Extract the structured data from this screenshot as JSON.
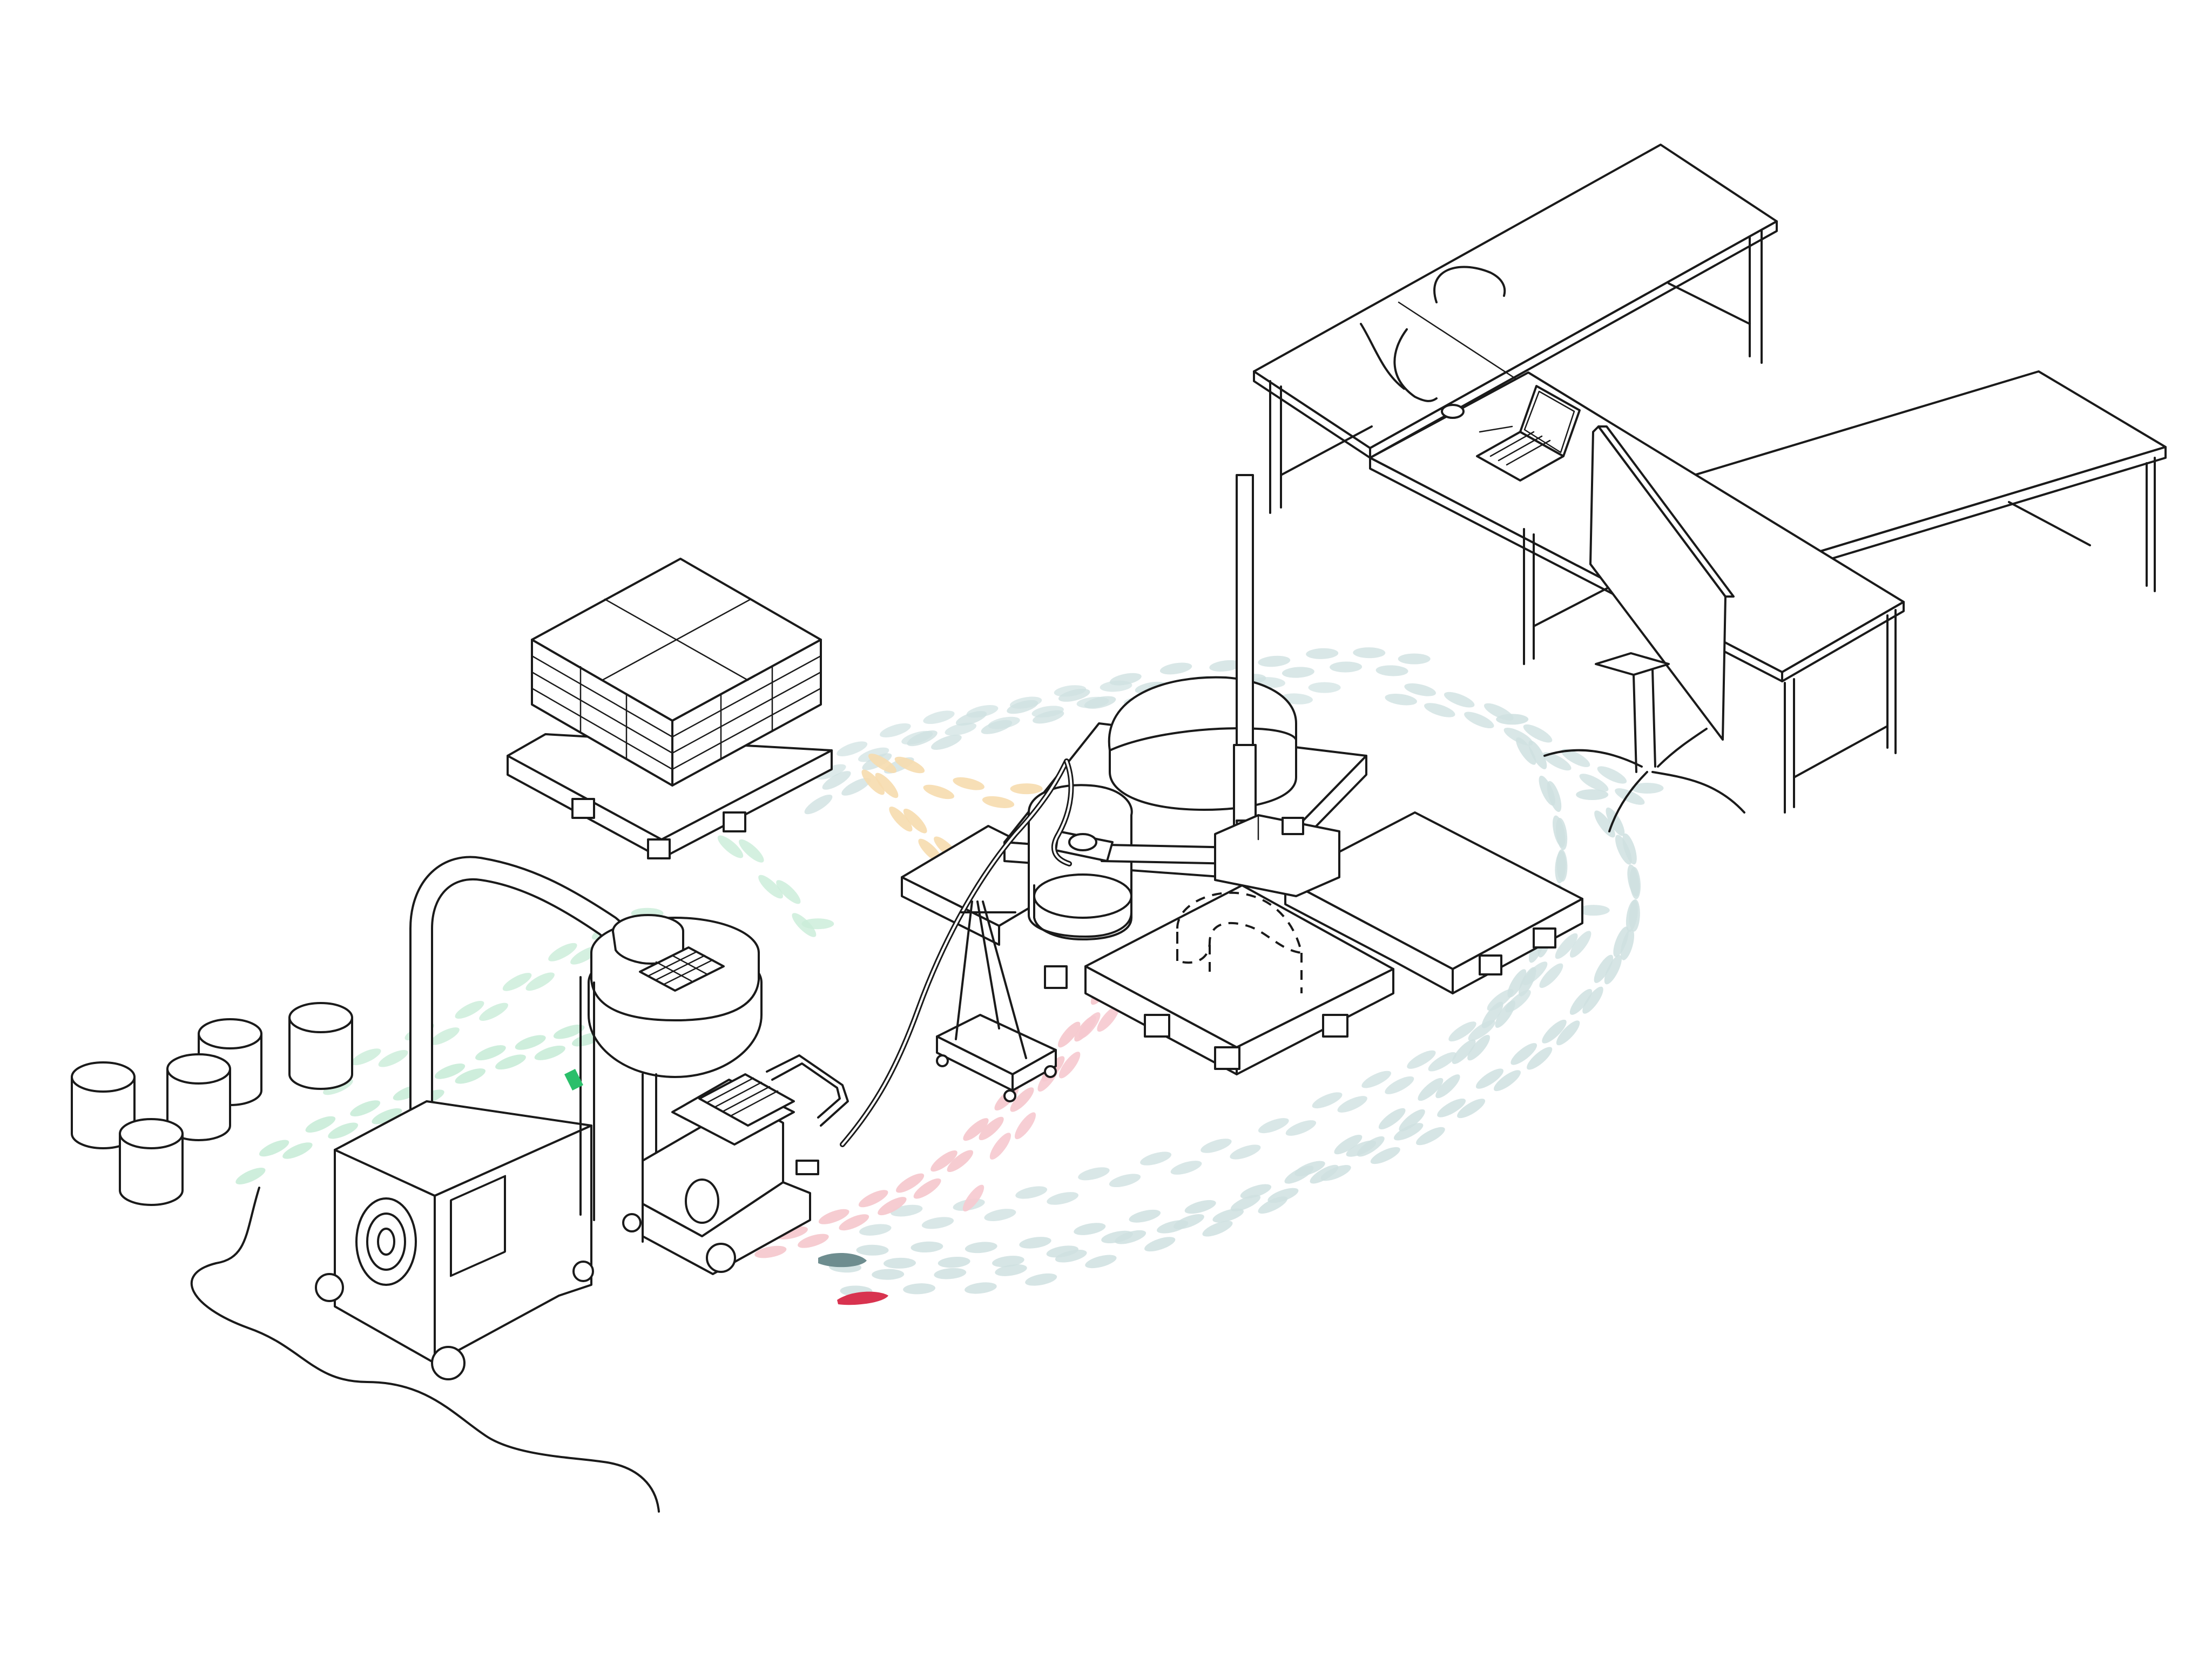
{
  "figure": {
    "kind": "isometric workshop drawing",
    "colors": {
      "line": "#1a1a1a",
      "background": "#ffffff",
      "path_pale_grey": "#cfe1e1",
      "path_pale_mint": "#c9ecd8",
      "path_pale_yellow": "#f6dcae",
      "path_pale_pink": "#f6c9cf",
      "footprint_grey": "#6e8d8f",
      "footprint_red": "#d8334f",
      "accent_green": "#2bbf6a"
    },
    "objects": [
      "paint-buckets",
      "dust-collector",
      "ducting-hose",
      "power-cable",
      "sack-pallet",
      "mixing-pump",
      "robot-platform",
      "robot-arm",
      "mixing-tub",
      "wheeled-cart",
      "dashed-print-outline",
      "workbench-tables",
      "laptop",
      "monitor-stand",
      "footpath-trails"
    ]
  }
}
